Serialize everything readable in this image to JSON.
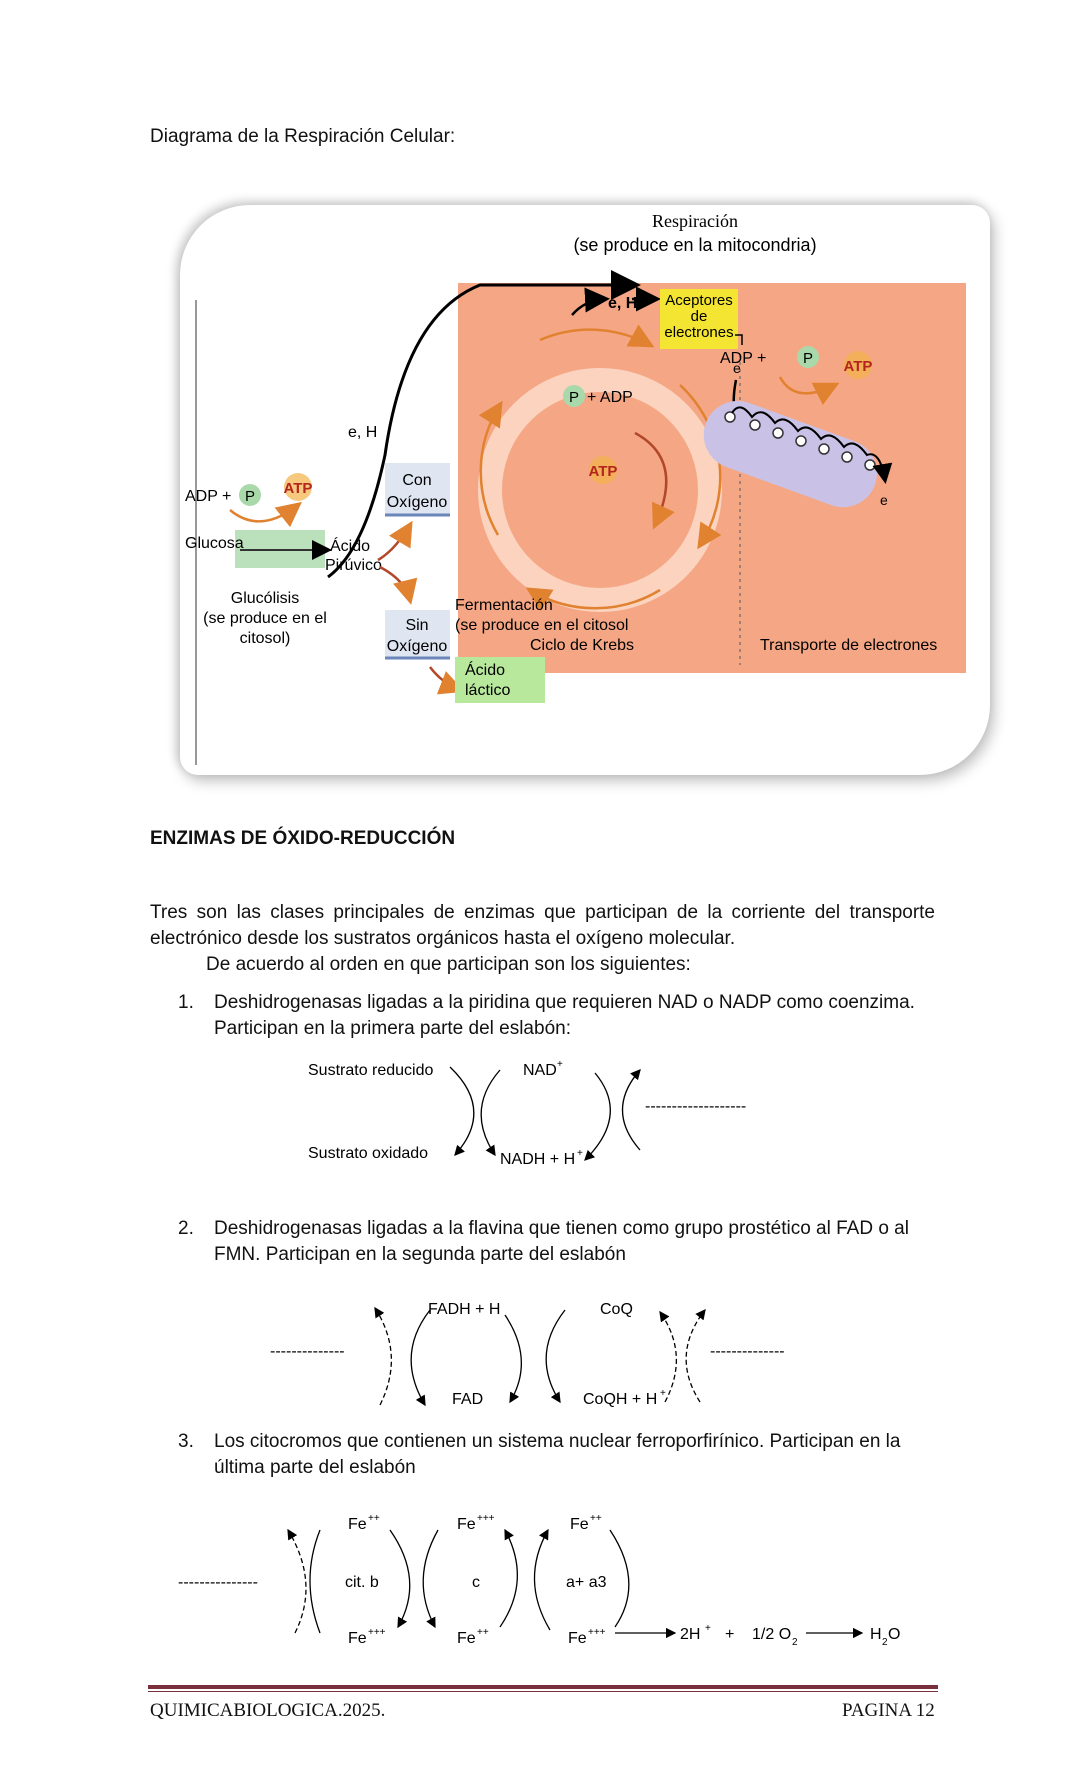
{
  "intro": "Diagrama de la Respiración Celular:",
  "figure": {
    "title_line1": "Respiración",
    "title_line2": "(se produce en la mitocondria)",
    "aceptores_line1": "Aceptores",
    "aceptores_line2": "de",
    "aceptores_line3": "electrones",
    "eh_top": "e, H",
    "eh_mid": "e, H",
    "e_right": "e",
    "e_bottom": "e",
    "adp_p_right": "ADP +",
    "p": "P",
    "atp": "ATP",
    "p_adp_center": "+ ADP",
    "adp_left": "ADP +",
    "con_line1": "Con",
    "con_line2": "Oxígeno",
    "glucosa": "Glucosa",
    "acido_line1": "Ácido",
    "acido_line2": "Pirúvico",
    "krebs": "Ciclo de Krebs",
    "transporte": "Transporte de electrones",
    "glucolisis_line1": "Glucólisis",
    "glucolisis_line2": "(se produce en el",
    "glucolisis_line3": "citosol)",
    "sin_line1": "Sin",
    "sin_line2": "Oxígeno",
    "fermentacion_line1": "Fermentación",
    "fermentacion_line2": "(se produce en el citosol",
    "lactico_line1": "Ácido",
    "lactico_line2": "láctico"
  },
  "section_heading": "ENZIMAS DE ÓXIDO-REDUCCIÓN",
  "para1_line1": " Tres son las clases principales de enzimas que participan de la corriente del transporte",
  "para1_line2": "electrónico desde los sustratos orgánicos hasta el oxígeno molecular.",
  "para2": "De acuerdo al orden en que participan son los siguientes:",
  "items": [
    {
      "num": "1.",
      "line1": "Deshidrogenasas ligadas a la piridina que requieren NAD o NADP como coenzima.",
      "line2": "Participan en la primera parte del eslabón:"
    },
    {
      "num": "2.",
      "line1": "Deshidrogenasas ligadas a la flavina que tienen como grupo prostético al FAD o al",
      "line2": "FMN. Participan en la segunda parte del eslabón"
    },
    {
      "num": "3.",
      "line1": "Los citocromos que contienen un sistema nuclear ferroporfirínico. Participan en la",
      "line2": "última parte del eslabón"
    }
  ],
  "eq1": {
    "sustrato_reducido": "Sustrato reducido",
    "sustrato_oxidado": "Sustrato oxidado",
    "nad": "NAD",
    "nad_sup": "+",
    "nadh": "NADH + H",
    "nadh_sup": "+",
    "dashes": "-------------------"
  },
  "eq2": {
    "fadh": "FADH + H",
    "fad": "FAD",
    "coq": "CoQ",
    "coqh": "CoQH + H",
    "coqh_sup": "+",
    "dashes_left": "--------------",
    "dashes_right": "--------------"
  },
  "eq3": {
    "dashes": "---------------",
    "fe": "Fe",
    "sup2": "++",
    "sup3": "+++",
    "citb": "cit. b",
    "c": "c",
    "aa3": "a+ a3",
    "h2": "2H",
    "h_sup": "+",
    "plus": "+",
    "o2": "1/2 O",
    "o2_sub": "2",
    "h2o_h": "H",
    "h2o_sub": "2",
    "h2o_o": "O"
  },
  "footer": {
    "left": "QUIMICABIOLOGICA.2025.",
    "right": "PAGINA 12"
  },
  "colors": {
    "salmon": "#f5a785",
    "krebs_ring": "#fbd3bf",
    "orange_arrow": "#e0822f",
    "yellow_box": "#f3e531",
    "green_box": "#a9d9ab",
    "lavender": "#c9c2e6",
    "footer_rule": "#7a2f3c"
  }
}
